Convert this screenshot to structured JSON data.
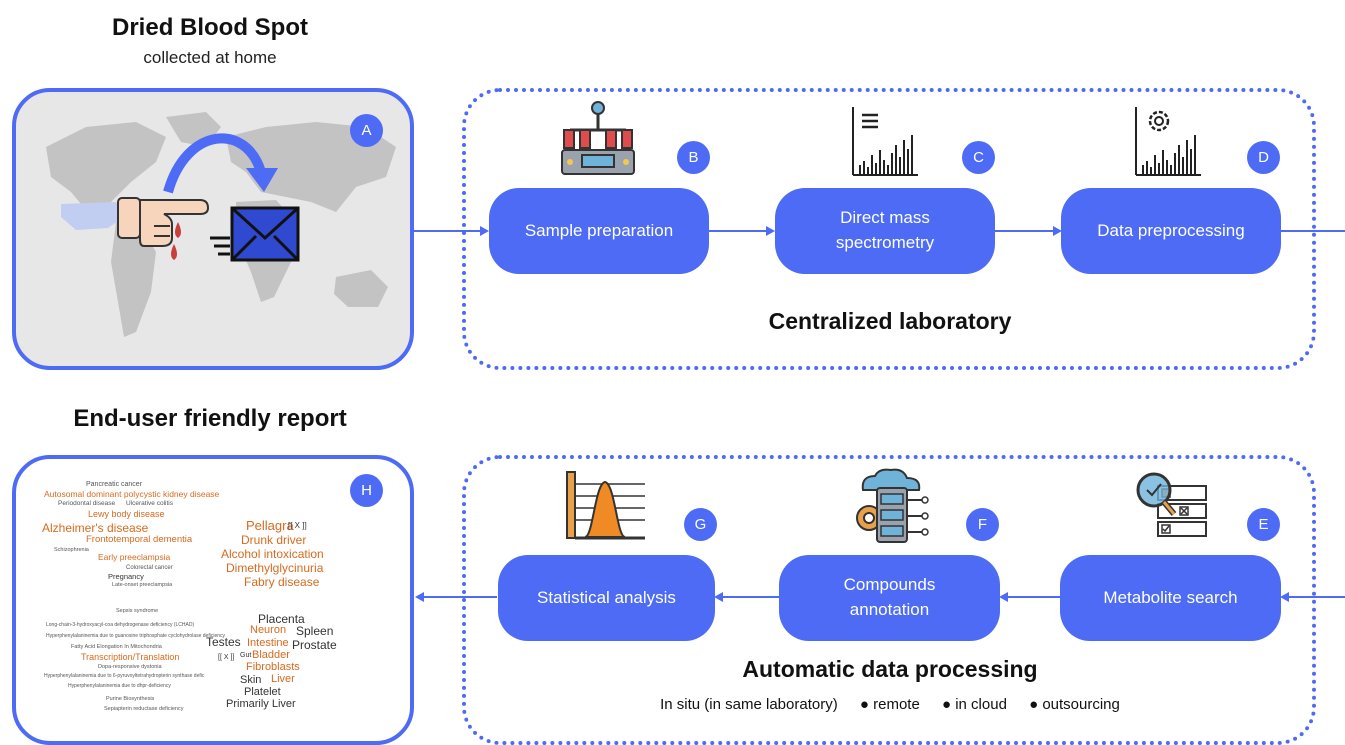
{
  "dbs": {
    "title": "Dried Blood Spot",
    "subtitle": "collected at home"
  },
  "lab": {
    "label": "Centralized laboratory"
  },
  "report": {
    "title": "End-user friendly report"
  },
  "adp": {
    "label": "Automatic data processing",
    "options": [
      "In situ (in same laboratory)",
      "remote",
      "in cloud",
      "outsourcing"
    ]
  },
  "steps": {
    "a": {
      "badge": "A"
    },
    "b": {
      "label": "Sample preparation",
      "badge": "B"
    },
    "c": {
      "label_line1": "Direct mass",
      "label_line2": "spectrometry",
      "badge": "C"
    },
    "d": {
      "label": "Data preprocessing",
      "badge": "D"
    },
    "e": {
      "label": "Metabolite search",
      "badge": "E"
    },
    "f": {
      "label_line1": "Compounds",
      "label_line2": "annotation",
      "badge": "F"
    },
    "g": {
      "label": "Statistical analysis",
      "badge": "G"
    },
    "h": {
      "badge": "H"
    }
  },
  "wordcloud_left": {
    "w1": "Autosomal  dominant polycystic kidney disease",
    "w2": "Lewy body disease",
    "w3": "Alzheimer's disease",
    "w4": "Frontotemporal dementia",
    "w5": "Early preeclampsia",
    "w6": "Periodontal disease",
    "w7": "Ulcerative colitis",
    "w8": "Pancreatic cancer",
    "w9": "Colorectal cancer",
    "w10": "Pregnancy",
    "w11": "Late-onset preeclampsia",
    "w12": "Schizophrenia",
    "w13": "Pellagra",
    "w14": "Drunk driver",
    "w15": "Alcohol intoxication",
    "w16": "Dimethylglycinuria",
    "w17": "Fabry disease",
    "w18": "[[ X ]]"
  },
  "wordcloud_bottom": {
    "w1": "Sepsis syndrome",
    "w2": "Long-chain-3-hydroxyacyl-coa dehydrogenase deficiency (LCHAD)",
    "w3": "Hyperphenylalaninemia due to guanosine triphosphate cyclohydrolase deficiency",
    "w4": "Fatty Acid Elongation In Mitochondria",
    "w5": "Transcription/Translation",
    "w6": "Dopa-responsive dystonia",
    "w7": "Hyperphenylalaninemia due to 6-pyruvoyltetrahydropterin synthase defic",
    "w8": "Hyperphenylalaninemia due to dhpr-deficiency",
    "w9": "Purine Biosynthesis",
    "w10": "Sepiapterin reductase deficiency"
  },
  "wordcloud_right": {
    "w1": "Placenta",
    "w2": "Neuron",
    "w3": "Spleen",
    "w4": "Testes",
    "w5": "Intestine",
    "w6": "Prostate",
    "w7": "[[ X ]]",
    "w8": "Gut",
    "w9": "Bladder",
    "w10": "Fibroblasts",
    "w11": "Skin",
    "w12": "Liver",
    "w13": "Platelet",
    "w14": "Primarily Liver"
  },
  "colors": {
    "accent": "#4d6bf5",
    "orange": "#d86a1e",
    "map_bg": "#e6e6e6"
  },
  "icons": [
    "world-map",
    "finger-blood-icon",
    "envelope-icon",
    "curved-arrow-icon",
    "lab-equipment-icon",
    "spectrum-list-icon",
    "spectrum-gear-icon",
    "search-checklist-icon",
    "database-cloud-icon",
    "distribution-chart-icon"
  ]
}
